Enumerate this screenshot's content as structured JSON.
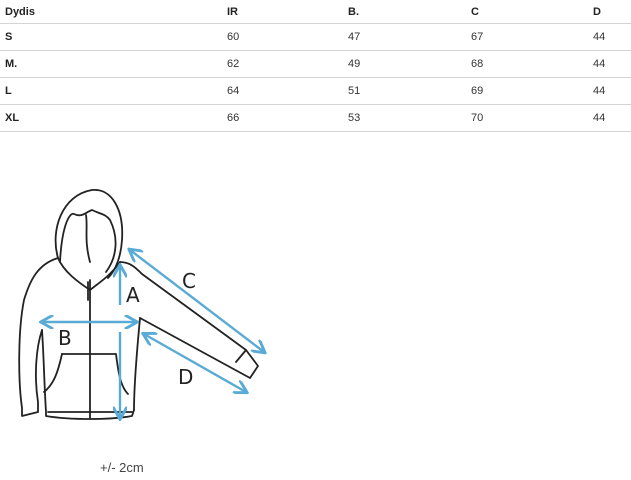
{
  "size_table": {
    "headers": [
      "Dydis",
      "IR",
      "B.",
      "C",
      "D"
    ],
    "rows": [
      {
        "size": "S",
        "IR": "60",
        "B": "47",
        "C": "67",
        "D": "44"
      },
      {
        "size": "M.",
        "IR": "62",
        "B": "49",
        "C": "68",
        "D": "44"
      },
      {
        "size": "L",
        "IR": "64",
        "B": "51",
        "C": "69",
        "D": "44"
      },
      {
        "size": "XL",
        "IR": "66",
        "B": "53",
        "C": "70",
        "D": "44"
      }
    ]
  },
  "diagram": {
    "subject": "hoodie",
    "labels": {
      "A": "A",
      "B": "B",
      "C": "C",
      "D": "D"
    },
    "arrow_color": "#5aaad6",
    "outline_color": "#222222"
  },
  "note": "+/- 2cm"
}
